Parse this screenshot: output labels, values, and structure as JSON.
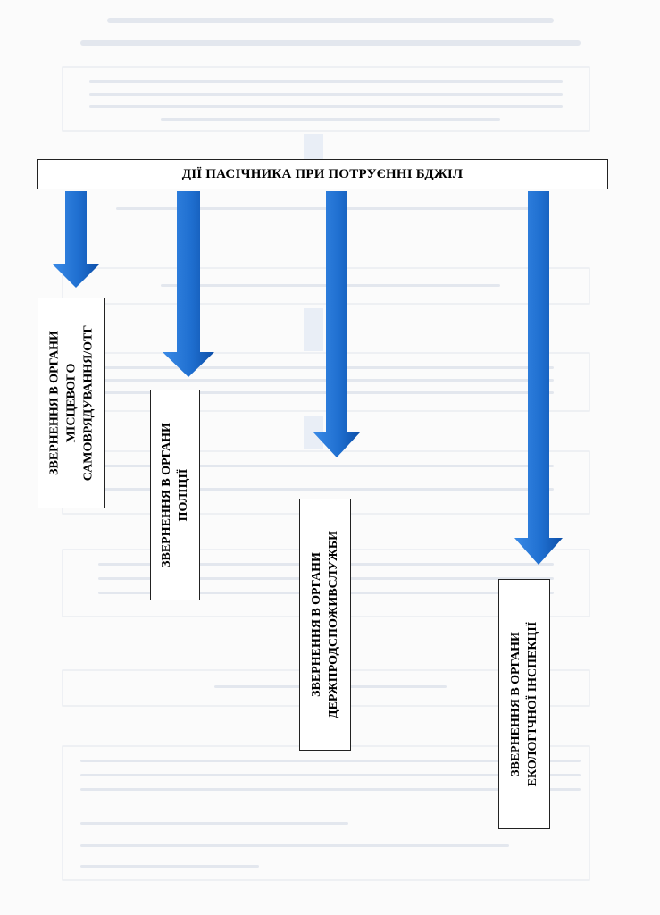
{
  "title": "ДІЇ ПАСІЧНИКА ПРИ ПОТРУЄННІ БДЖІЛ",
  "boxes": [
    {
      "lines": [
        "ЗВЕРНЕННЯ В ОРГАНИ",
        "МІСЦЕВОГО",
        "САМОВРЯДУВАННЯ/ОТГ"
      ]
    },
    {
      "lines": [
        "ЗВЕРНЕННЯ В ОРГАНИ",
        "ПОЛІЦІЇ"
      ]
    },
    {
      "lines": [
        "ЗВЕРНЕННЯ В ОРГАНИ",
        "ДЕРЖПРОДСПОЖИВСЛУЖБИ"
      ]
    },
    {
      "lines": [
        "ЗВЕРНЕННЯ В ОРГАНИ",
        "ЕКОЛОГІЧНОЇ ІНСПЕКЦІЇ"
      ]
    }
  ],
  "colors": {
    "arrow": "#1f6fd0",
    "arrow_dark": "#0d4fa8",
    "border": "#222222"
  }
}
